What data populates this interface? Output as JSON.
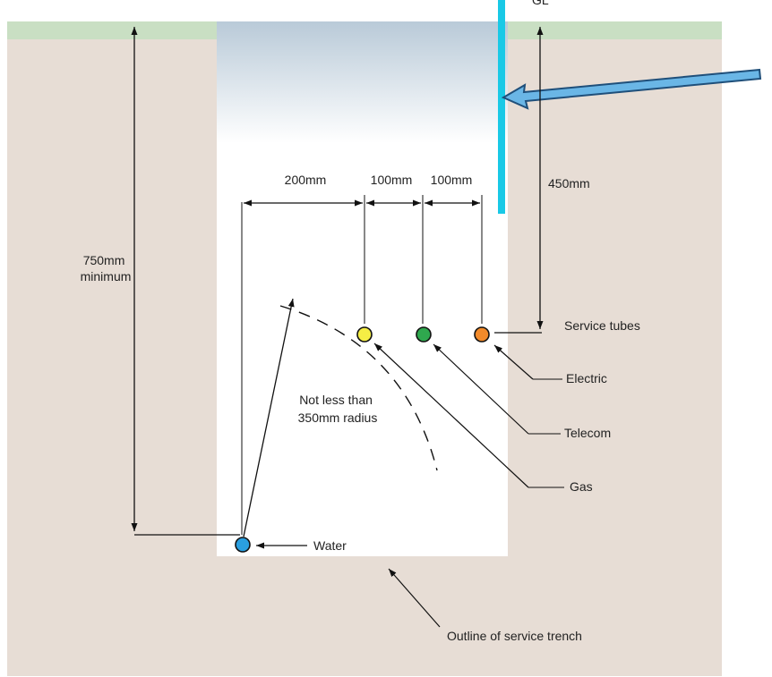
{
  "colors": {
    "ground": "#e7ddd5",
    "grass": "#c9dfc3",
    "trench": "#ffffff",
    "trench_sky_top": "#b9cad8",
    "highlight_line": "#19c9e6",
    "callout_arrow_fill": "#6ab6e6",
    "callout_arrow_stroke": "#1f4f7a",
    "ink": "#111111",
    "water": "#2a9fe0",
    "gas": "#f5ee45",
    "telecom": "#2fa84e",
    "electric": "#f28a2a"
  },
  "dimensions": {
    "cover_min": "750mm\nminimum",
    "gap_water_gas": "200mm",
    "gap_gas_telecom": "100mm",
    "gap_telecom_electric": "100mm",
    "tube_depth": "450mm"
  },
  "radius_note": "Not less than\n350mm radius",
  "labels": {
    "service_tubes": "Service tubes",
    "electric": "Electric",
    "telecom": "Telecom",
    "gas": "Gas",
    "water": "Water",
    "trench_outline": "Outline of service trench",
    "cut_top_text": "GL"
  },
  "icons": [
    "arrow-icon",
    "dashed-arc-icon",
    "service-dot-icon"
  ]
}
